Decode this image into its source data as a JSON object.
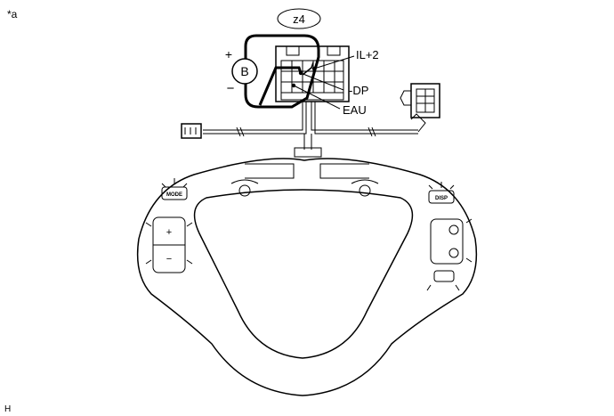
{
  "figure": {
    "corner_label": "*a",
    "footer_code": "H",
    "connector_id": "z4",
    "battery_symbol": "B",
    "battery_plus": "+",
    "battery_minus": "−",
    "pins": {
      "il2": "IL+2",
      "dp": "-DP",
      "eau": "EAU"
    },
    "switch_labels": {
      "mode": "MODE",
      "disp": "DISP"
    }
  }
}
